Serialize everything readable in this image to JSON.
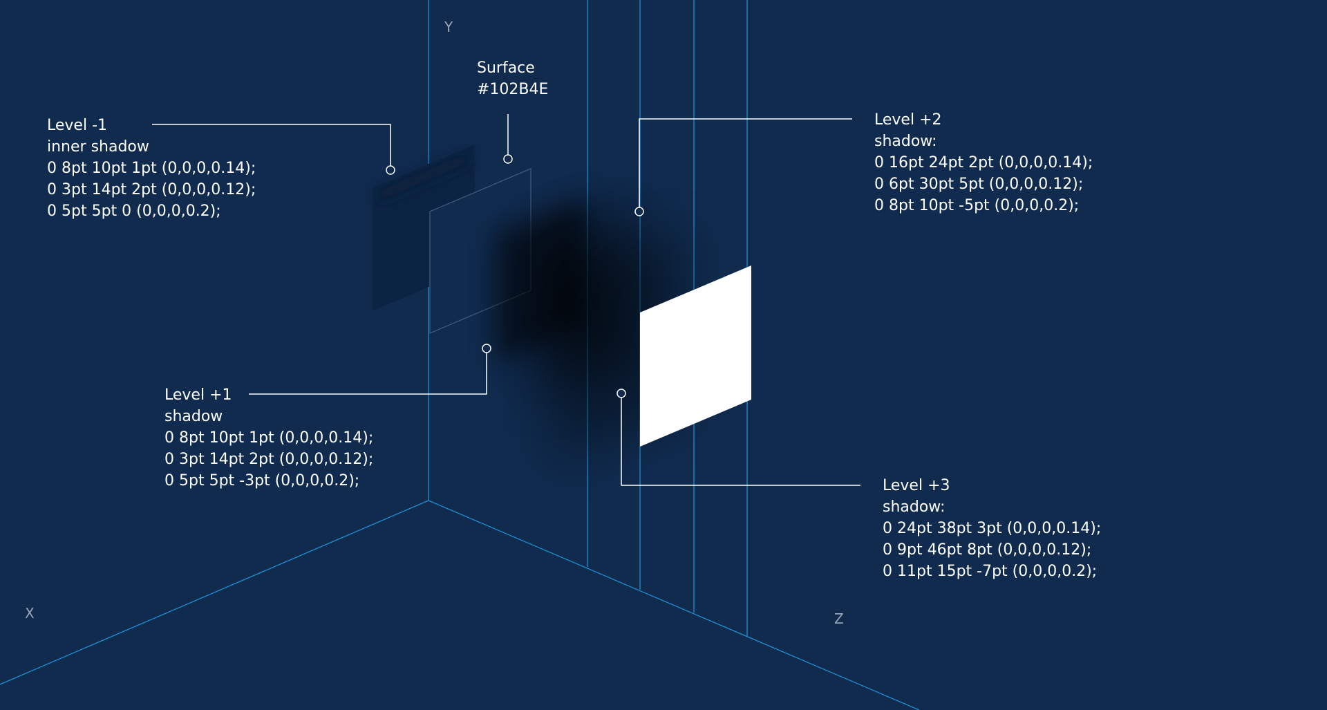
{
  "axes": {
    "x": "X",
    "y": "Y",
    "z": "Z"
  },
  "colors": {
    "background": "#102B4E",
    "grid_line": "#1E8FD2",
    "annotation": "#FFFFFF",
    "axis_letter": "#9AA6B8",
    "top_card": "#FFFFFF"
  },
  "callouts": {
    "surface": {
      "lines": [
        "Surface",
        "#102B4E"
      ]
    },
    "level_minus_1": {
      "lines": [
        "Level -1",
        "inner shadow",
        "0 8pt 10pt 1pt (0,0,0,0.14);",
        "0 3pt 14pt 2pt (0,0,0,0.12);",
        "0 5pt 5pt 0 (0,0,0,0.2);"
      ]
    },
    "level_plus_1": {
      "lines": [
        "Level +1",
        "shadow",
        "0 8pt 10pt 1pt (0,0,0,0.14);",
        "0 3pt 14pt 2pt (0,0,0,0.12);",
        "0 5pt 5pt -3pt (0,0,0,0.2);"
      ]
    },
    "level_plus_2": {
      "lines": [
        "Level +2",
        "shadow:",
        "0 16pt 24pt 2pt (0,0,0,0.14);",
        "0 6pt 30pt 5pt (0,0,0,0.12);",
        "0 8pt 10pt -5pt (0,0,0,0.2);"
      ]
    },
    "level_plus_3": {
      "lines": [
        "Level +3",
        "shadow:",
        "0 24pt 38pt 3pt (0,0,0,0.14);",
        "0 9pt 46pt 8pt (0,0,0,0.12);",
        "0 11pt 15pt -7pt (0,0,0,0.2);"
      ]
    }
  }
}
